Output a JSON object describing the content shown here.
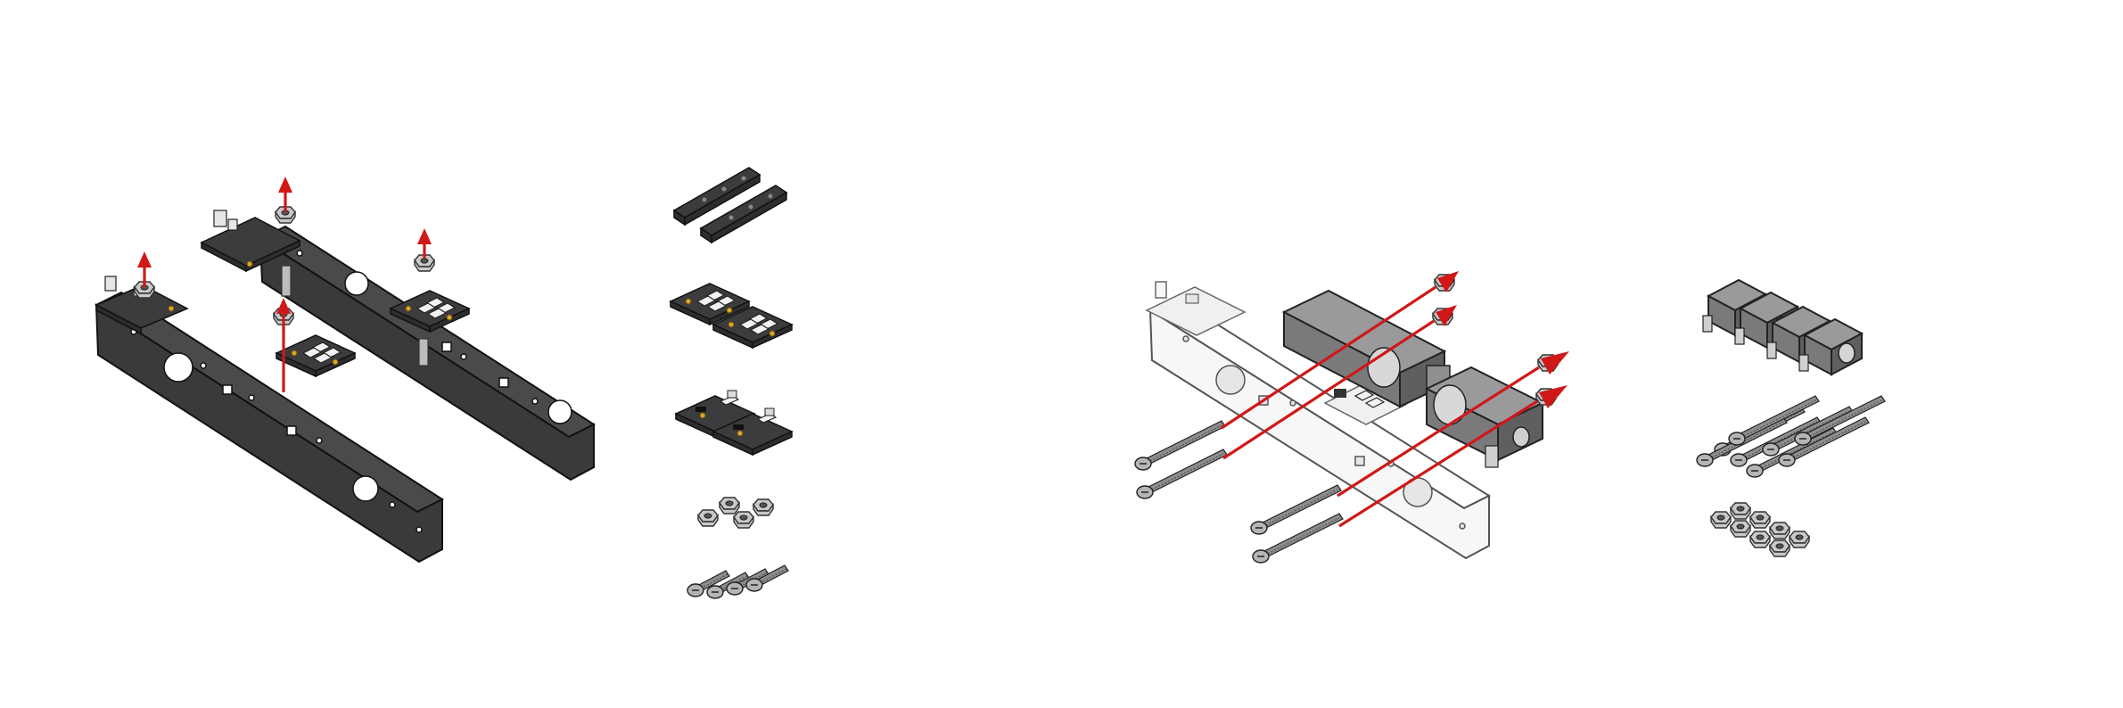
{
  "diagram": {
    "steps": [
      {
        "name": "step-left",
        "parts_column": [
          "rail-strips",
          "sensor-boards-leds",
          "sensor-boards-connectors",
          "nuts",
          "screws"
        ]
      },
      {
        "name": "step-right",
        "parts_column": [
          "gearmotors",
          "long-screws",
          "nuts"
        ]
      }
    ]
  },
  "colors": {
    "arrow": "#d01818",
    "plate_dark": "#3a3a3c",
    "plate_light": "#f7f7f7",
    "motor": "#7a7a7c",
    "gold_pad": "#d9a82a"
  },
  "icons": {
    "direction_arrow": "arrow-icon",
    "fastener_screw": "screw-icon",
    "fastener_nut": "nut-icon"
  }
}
